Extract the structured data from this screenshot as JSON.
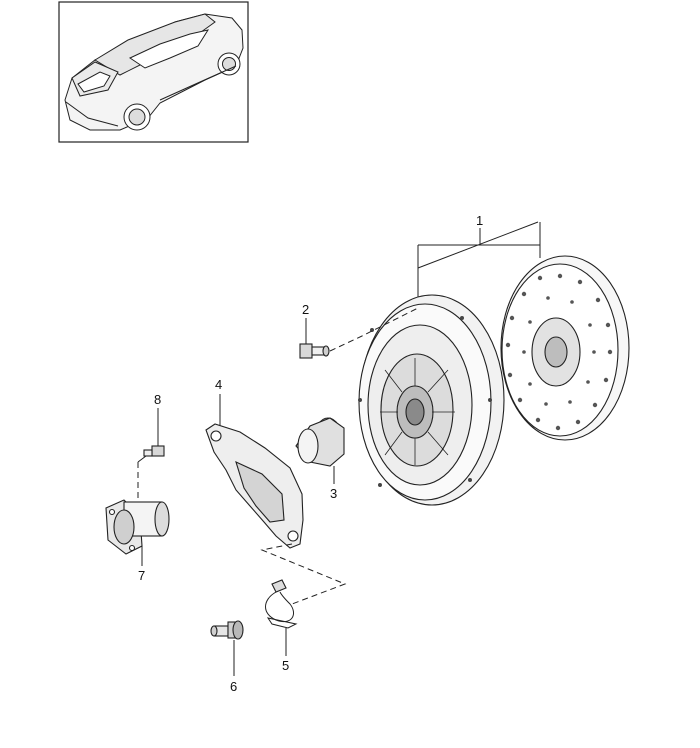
{
  "callouts": {
    "c1": "1",
    "c2": "2",
    "c3": "3",
    "c4": "4",
    "c5": "5",
    "c6": "6",
    "c7": "7",
    "c8": "8"
  },
  "colors": {
    "line": "#222222",
    "fill_light": "#f2f2f2",
    "fill_mid": "#d9d9d9",
    "fill_dark": "#8a8a8a"
  }
}
